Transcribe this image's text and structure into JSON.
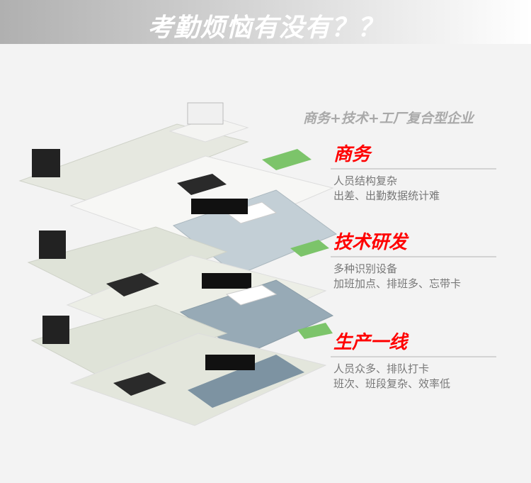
{
  "banner": {
    "title": "考勤烦恼有没有？？"
  },
  "subtitle": "商务+技术+工厂复合型企业",
  "sections": [
    {
      "title": "商务",
      "lines": [
        "人员结构复杂",
        "出差、出勤数据统计难"
      ]
    },
    {
      "title": "技术研发",
      "lines": [
        "多种识别设备",
        "加班加点、排班多、忘带卡"
      ]
    },
    {
      "title": "生产一线",
      "lines": [
        "人员众多、排队打卡",
        "班次、班段复杂、效率低"
      ]
    }
  ],
  "colors": {
    "accent": "#ff0000",
    "text": "#777777",
    "subtitle": "#a9a9a9"
  }
}
